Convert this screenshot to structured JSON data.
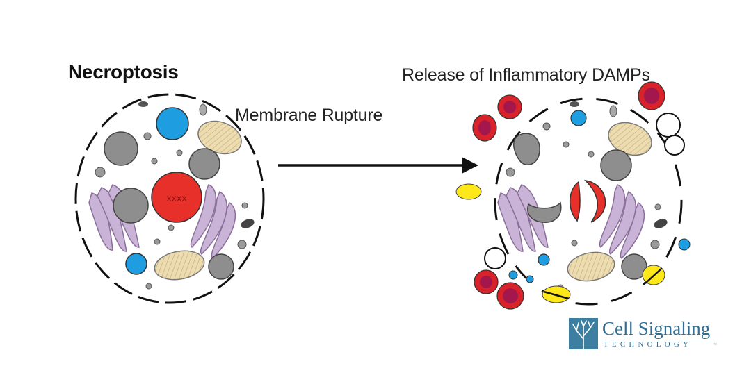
{
  "title": "Necroptosis",
  "labels": {
    "membrane_rupture": "Membrane Rupture",
    "release": "Release of Inflammatory DAMPs",
    "nucleus_marks": "XXXX"
  },
  "logo": {
    "name": "Cell Signaling",
    "subtitle": "TECHNOLOGY",
    "trademark": "™"
  },
  "colors": {
    "nucleus": "#e8302a",
    "vesicle_blue": "#1e9ee0",
    "organelle_gray": "#8e8e8e",
    "mitochondria": "#ecdcb0",
    "golgi": "#c9b3d6",
    "damp_red": "#d8232a",
    "damp_core": "#a3174d",
    "damp_yellow": "#ffe81a",
    "logo_blue": "#3d7fa0"
  }
}
